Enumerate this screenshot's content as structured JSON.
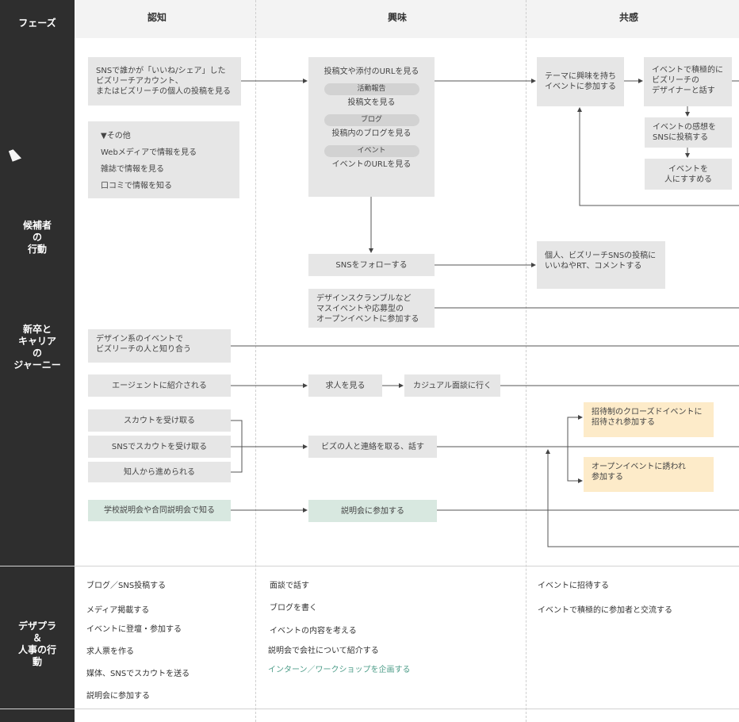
{
  "sidebar": {
    "phase": "フェーズ",
    "candidate": "候補者\nの\n行動",
    "journey": "新卒と\nキャリア\nの\nジャーニー",
    "staff": "デザプラ\n＆\n人事の行\n動"
  },
  "columns": [
    "認知",
    "興味",
    "共感"
  ],
  "boxes": {
    "sns_share": "SNSで誰かが「いいね/シェア」した\nビズリーチアカウント、\nまたはビズリーチの個人の投稿を見る",
    "other_title": "▼その他",
    "other_items": [
      "Webメディアで情報を見る",
      "雑誌で情報を見る",
      "口コミで情報を知る"
    ],
    "post_title": "投稿文や添付のURLを見る",
    "pills": [
      {
        "label": "活動報告",
        "text": "投稿文を見る"
      },
      {
        "label": "ブログ",
        "text": "投稿内のブログを見る"
      },
      {
        "label": "イベント",
        "text": "イベントのURLを見る"
      }
    ],
    "follow": "SNSをフォローする",
    "design_scramble": "デザインスクランブルなど\nマスイベントや応募型の\nオープンイベントに参加する",
    "theme_event": "テーマに興味を持ち\nイベントに参加する",
    "event_talk": "イベントで積極的に\nビズリーチの\nデザイナーと話す",
    "event_impression": "イベントの感想を\nSNSに投稿する",
    "recommend": "イベントを\n人にすすめる",
    "like_rt": "個人、ビズリーチSNSの投稿に\nいいねやRT、コメントする",
    "design_event": "デザイン系のイベントで\nビズリーチの人と知り合う",
    "agent": "エージェントに紹介される",
    "job_view": "求人を見る",
    "casual": "カジュアル面談に行く",
    "scout": "スカウトを受け取る",
    "sns_scout": "SNSでスカウトを受け取る",
    "referral": "知人から進められる",
    "contact": "ビズの人と連絡を取る、話す",
    "invite_event": "招待制のクローズドイベントに\n招待され参加する",
    "open_invite": "オープンイベントに誘われ\n参加する",
    "school": "学校説明会や合同説明会で知る",
    "briefing": "説明会に参加する"
  },
  "staff_actions": {
    "col1": [
      "ブログ／SNS投稿する",
      "メディア掲載する",
      "イベントに登壇・参加する",
      "求人票を作る",
      "媒体、SNSでスカウトを送る",
      "説明会に参加する"
    ],
    "col2": [
      "面談で話す",
      "ブログを書く",
      "イベントの内容を考える",
      "説明会で会社について紹介する",
      "インターン／ワークショップを企画する"
    ],
    "col3": [
      "イベントに招待する",
      "イベントで積極的に参加者と交流する"
    ]
  },
  "colors": {
    "sidebar": "#2e2e2e",
    "box": "#e6e6e6",
    "green": "#d8e8e0",
    "orange": "#fdebc9",
    "teal_text": "#4f9e8a"
  }
}
